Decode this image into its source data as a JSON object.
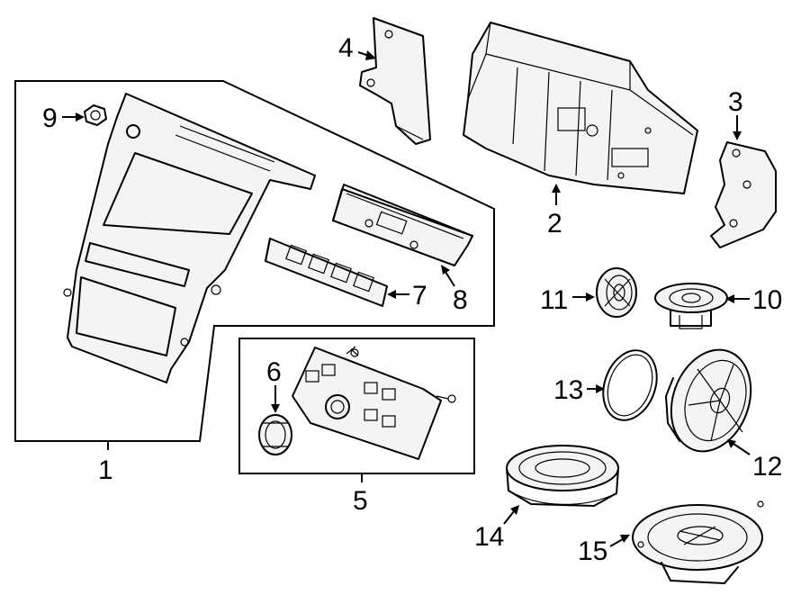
{
  "callouts": {
    "c1": "1",
    "c2": "2",
    "c3": "3",
    "c4": "4",
    "c5": "5",
    "c6": "6",
    "c7": "7",
    "c8": "8",
    "c9": "9",
    "c10": "10",
    "c11": "11",
    "c12": "12",
    "c13": "13",
    "c14": "14",
    "c15": "15"
  },
  "parts": [
    {
      "callout": "1",
      "depicts": "trim-bezel-assembly"
    },
    {
      "callout": "2",
      "depicts": "radio-receiver-unit"
    },
    {
      "callout": "3",
      "depicts": "right-bracket"
    },
    {
      "callout": "4",
      "depicts": "left-bracket"
    },
    {
      "callout": "5",
      "depicts": "climate-control-assembly"
    },
    {
      "callout": "6",
      "depicts": "knob"
    },
    {
      "callout": "7",
      "depicts": "switch-panel"
    },
    {
      "callout": "8",
      "depicts": "display-module"
    },
    {
      "callout": "9",
      "depicts": "clip"
    },
    {
      "callout": "10",
      "depicts": "tweeter-speaker"
    },
    {
      "callout": "11",
      "depicts": "small-speaker"
    },
    {
      "callout": "12",
      "depicts": "door-speaker"
    },
    {
      "callout": "13",
      "depicts": "gasket-ring"
    },
    {
      "callout": "14",
      "depicts": "woofer-speaker"
    },
    {
      "callout": "15",
      "depicts": "rear-speaker"
    }
  ]
}
